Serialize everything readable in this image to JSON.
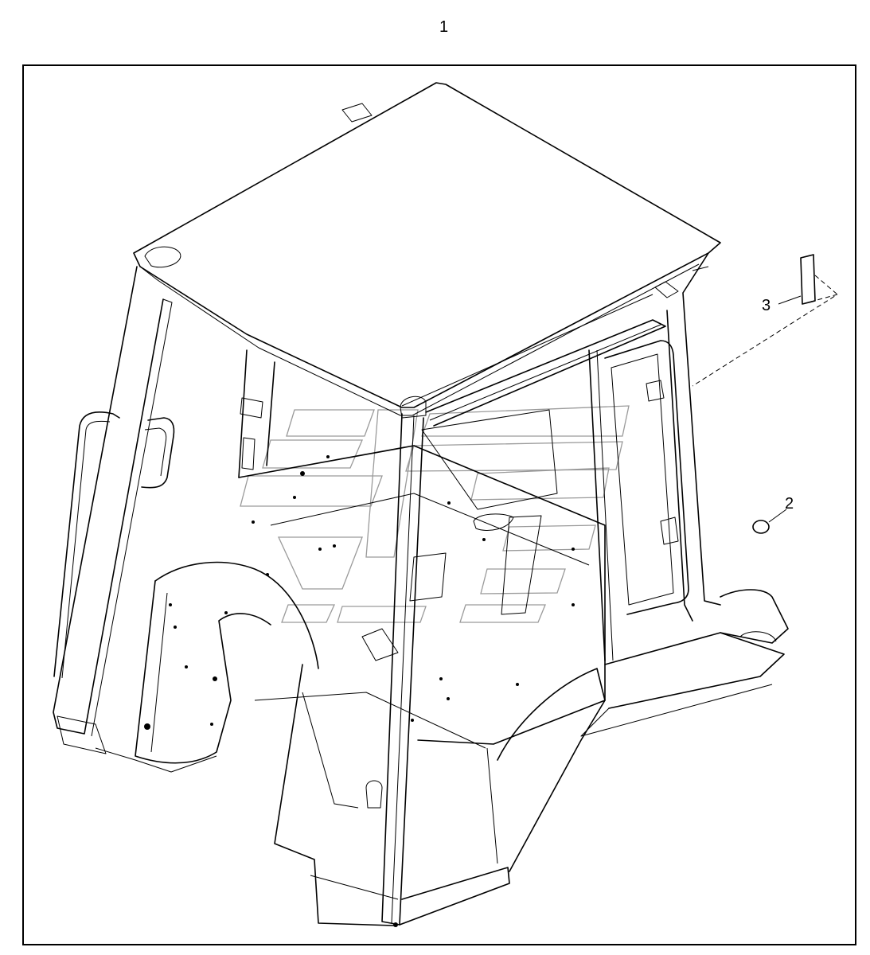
{
  "callouts": {
    "part_1": "1",
    "part_2": "2",
    "part_3": "3"
  },
  "colors": {
    "line": "#000000",
    "background": "#ffffff",
    "watermark": "#9a9a9a"
  }
}
